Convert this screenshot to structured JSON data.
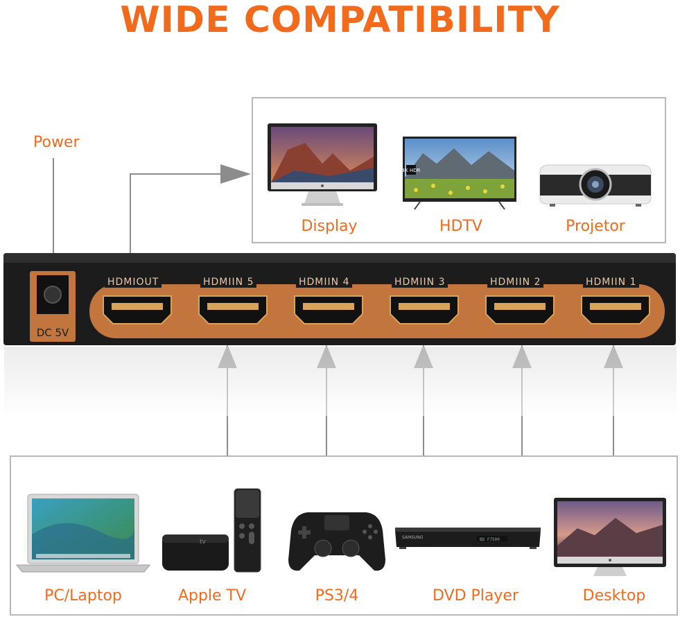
{
  "title": "WIDE COMPATIBILITY",
  "power_label": "Power",
  "outputs": [
    {
      "label": "Display",
      "icon": "imac-display-icon"
    },
    {
      "label": "HDTV",
      "icon": "hdtv-icon"
    },
    {
      "label": "Projetor",
      "icon": "projector-icon"
    }
  ],
  "device": {
    "dc_label": "DC 5V",
    "ports": [
      "HDMIOUT",
      "HDMIIN 5",
      "HDMIIN 4",
      "HDMIIN 3",
      "HDMIIN 2",
      "HDMIIN 1"
    ],
    "tv_badge": "4K HDR"
  },
  "sources": [
    {
      "label": "PC/Laptop",
      "icon": "laptop-icon"
    },
    {
      "label": "Apple TV",
      "icon": "apple-tv-icon"
    },
    {
      "label": "PS3/4",
      "icon": "gamepad-icon"
    },
    {
      "label": "DVD Player",
      "icon": "dvd-player-icon"
    },
    {
      "label": "Desktop",
      "icon": "desktop-icon"
    }
  ],
  "colors": {
    "accent": "#f26a1c",
    "device_body": "#1c1c1c",
    "port_panel": "#c2753d",
    "arrow": "#8c8c8c"
  }
}
